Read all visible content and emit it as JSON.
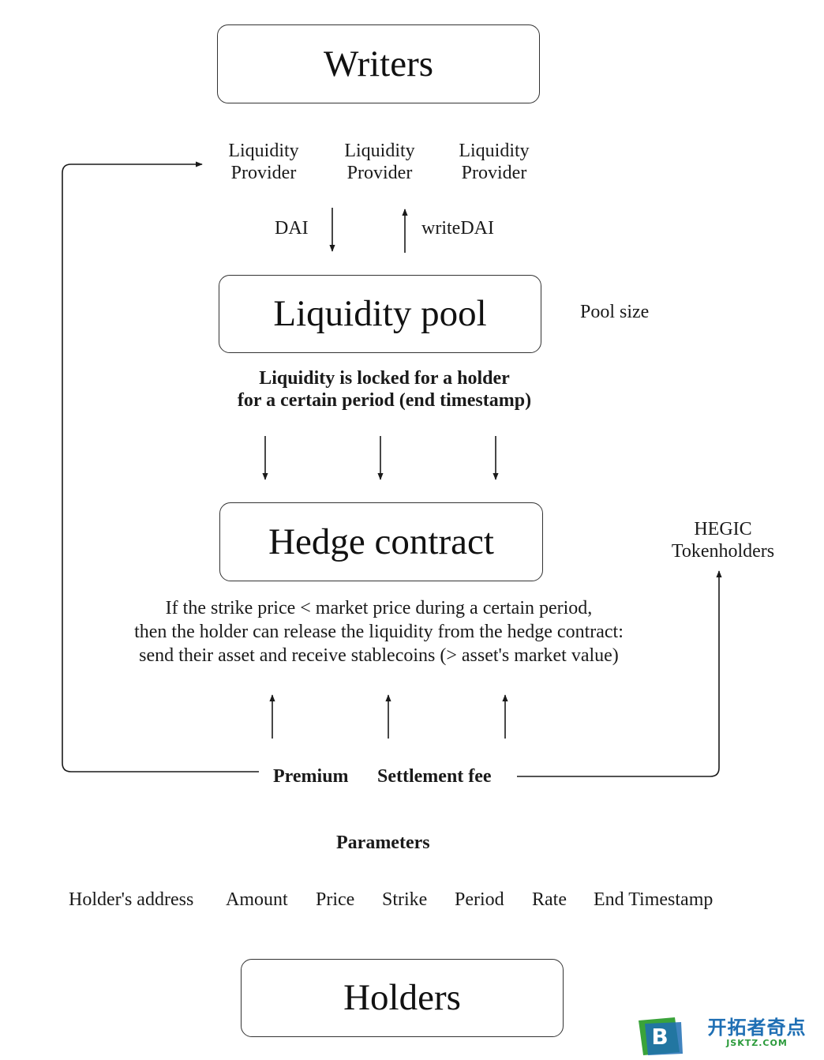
{
  "boxes": {
    "writers": "Writers",
    "liquidity_pool": "Liquidity pool",
    "hedge_contract": "Hedge contract",
    "holders": "Holders"
  },
  "providers": [
    {
      "line1": "Liquidity",
      "line2": "Provider"
    },
    {
      "line1": "Liquidity",
      "line2": "Provider"
    },
    {
      "line1": "Liquidity",
      "line2": "Provider"
    }
  ],
  "flows": {
    "dai": "DAI",
    "write_dai": "writeDAI"
  },
  "pool_size": "Pool size",
  "lock_note": {
    "line1": "Liquidity is locked for a holder",
    "line2": "for a certain period (end timestamp)"
  },
  "hegic": {
    "line1": "HEGIC",
    "line2": "Tokenholders"
  },
  "release_note": {
    "line1": "If the strike price < market price during a certain period,",
    "line2": "then the holder can release the liquidity from the hedge contract:",
    "line3": "send their asset and receive stablecoins (> asset's market value)"
  },
  "fees": {
    "premium": "Premium",
    "settlement_fee": "Settlement fee"
  },
  "parameters": {
    "title": "Parameters",
    "items": [
      "Holder's address",
      "Amount",
      "Price",
      "Strike",
      "Period",
      "Rate",
      "End Timestamp"
    ]
  },
  "watermark": {
    "badge_letter": "B",
    "name": "开拓者奇点",
    "url": "JSKTZ.COM"
  },
  "colors": {
    "line": "#1a1a1a",
    "badge_green": "#3aa33a",
    "badge_blue": "#1f6fb4"
  }
}
